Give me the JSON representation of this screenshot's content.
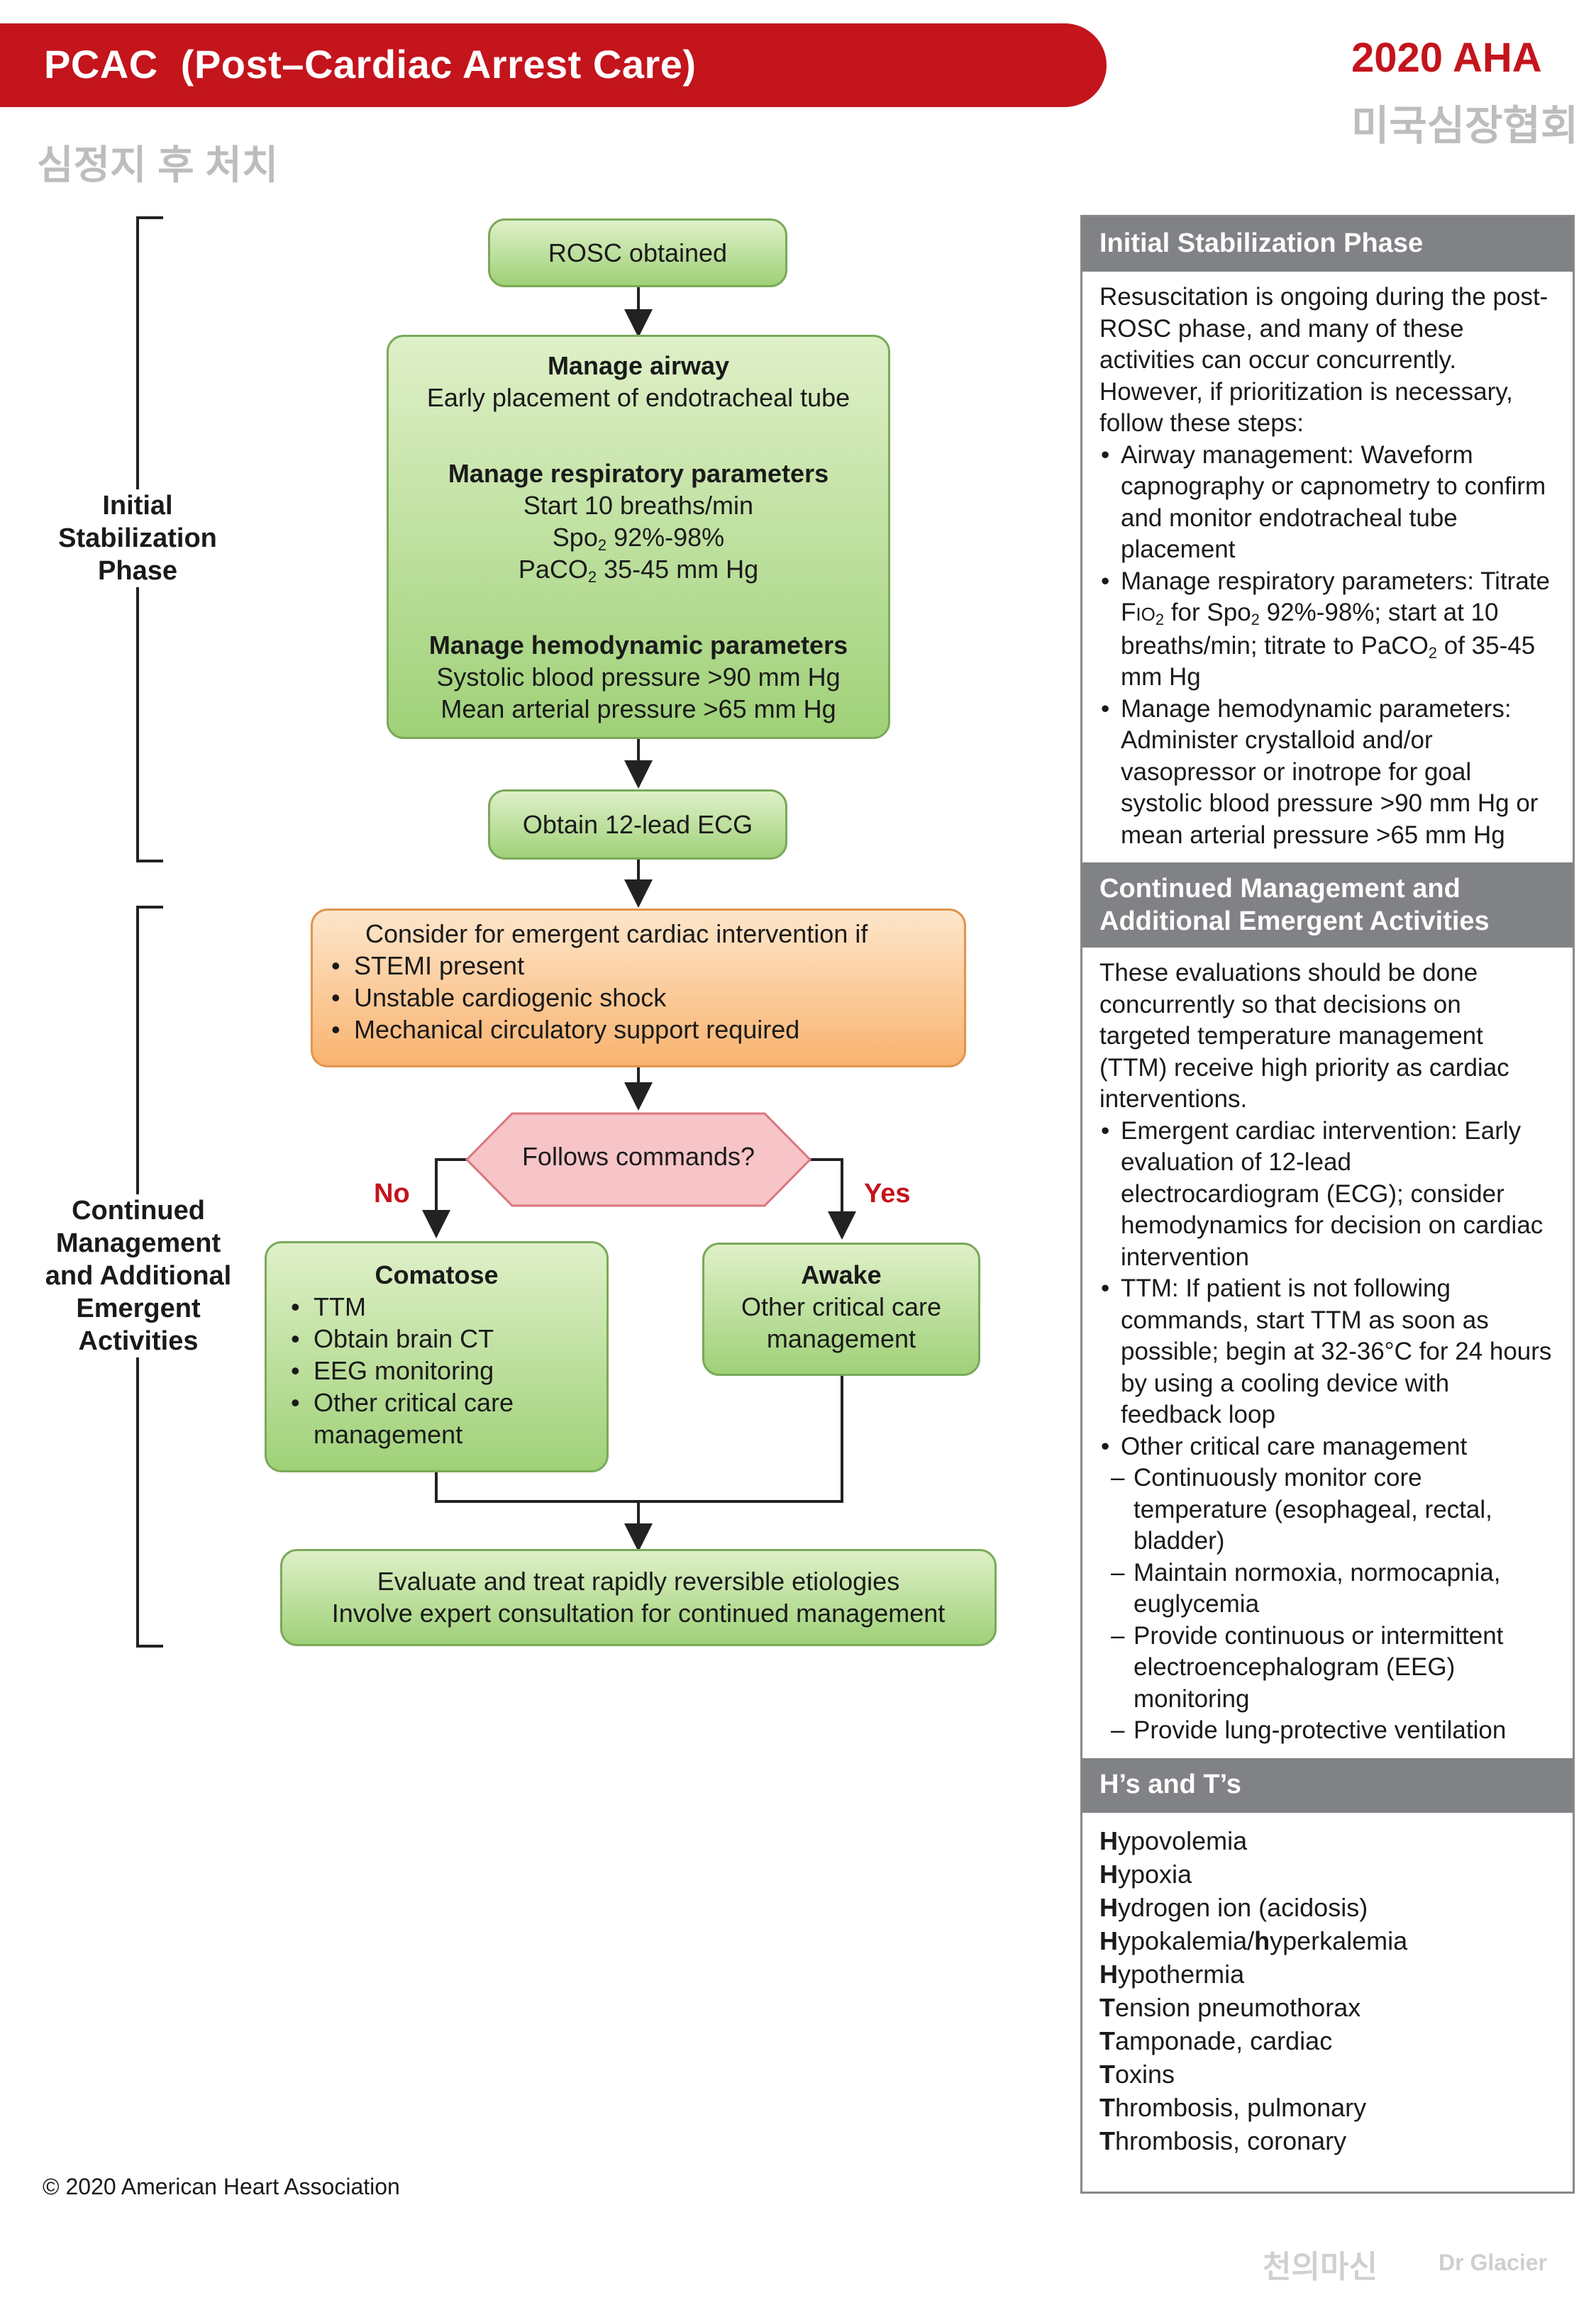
{
  "header": {
    "title": "PCAC  (Post–Cardiac Arrest Care)",
    "brand": "2020 AHA",
    "brand_sub": "미국심장협회",
    "subtitle": "심정지 후 처치"
  },
  "phases": {
    "initial": [
      "Initial",
      "Stabilization",
      "Phase"
    ],
    "continued": [
      "Continued",
      "Management",
      "and Additional",
      "Emergent",
      "Activities"
    ]
  },
  "flow": {
    "rosc": "ROSC obtained",
    "airway_title": "Manage airway",
    "airway_text": "Early placement of endotracheal tube",
    "resp_title": "Manage respiratory parameters",
    "resp_line1": "Start 10 breaths/min",
    "resp_spo2_prefix": "Spo",
    "resp_spo2_sub": "2",
    "resp_spo2_value": " 92%-98%",
    "resp_paco2_prefix": "PaCO",
    "resp_paco2_sub": "2",
    "resp_paco2_value": " 35-45 mm Hg",
    "hemo_title": "Manage hemodynamic parameters",
    "hemo_line1": "Systolic blood pressure >90 mm Hg",
    "hemo_line2": "Mean arterial pressure >65 mm Hg",
    "ecg": "Obtain 12-lead ECG",
    "cardiac_title": "Consider for emergent cardiac intervention if",
    "cardiac_items": [
      "STEMI present",
      "Unstable cardiogenic shock",
      "Mechanical circulatory support required"
    ],
    "decision": "Follows commands?",
    "no_label": "No",
    "yes_label": "Yes",
    "comatose_title": "Comatose",
    "comatose_items": [
      "TTM",
      "Obtain brain CT",
      "EEG monitoring",
      "Other critical care management"
    ],
    "awake_title": "Awake",
    "awake_text": "Other critical care management",
    "evaluate_line1": "Evaluate and treat rapidly reversible etiologies",
    "evaluate_line2": "Involve expert consultation for continued management"
  },
  "copyright": "© 2020 American Heart Association",
  "panel": {
    "initial": {
      "heading": "Initial Stabilization Phase",
      "intro": "Resuscitation is ongoing during the post-ROSC phase, and many of these activities can occur concurrently. However, if prioritization is necessary, follow these steps:",
      "item1": "Airway management: Waveform capnography or capnometry to confirm and monitor endotracheal tube placement",
      "item2_a": "Manage respiratory parameters: Titrate F",
      "item2_b": "IO",
      "item2_sub1": "2",
      "item2_c": " for Spo",
      "item2_sub2": "2",
      "item2_d": " 92%-98%; start at 10 breaths/min; titrate to PaCO",
      "item2_sub3": "2",
      "item2_e": " of 35-45 mm Hg",
      "item3": "Manage hemodynamic parameters: Administer crystalloid and/or vasopressor or inotrope for goal systolic blood pressure >90 mm Hg or mean arterial pressure >65 mm Hg"
    },
    "continued": {
      "heading": "Continued Management and Additional Emergent Activities",
      "intro": "These evaluations should be done concurrently so that decisions on targeted temperature management (TTM) receive high priority as cardiac interventions.",
      "item1": "Emergent cardiac intervention: Early evaluation of 12-lead electrocardiogram (ECG); consider hemodynamics for decision on cardiac intervention",
      "item2": "TTM: If patient is not following commands, start TTM as soon as possible; begin at 32-36°C for 24 hours by using a cooling device with feedback loop",
      "item3": "Other critical care management",
      "subitems": [
        "Continuously monitor core temperature (esophageal, rectal, bladder)",
        "Maintain normoxia, normocapnia, euglycemia",
        "Provide continuous or intermittent electroencephalogram (EEG) monitoring",
        "Provide lung-protective ventilation"
      ]
    },
    "hts": {
      "heading": "H’s and T’s",
      "items": [
        {
          "first": "H",
          "rest": "ypovolemia"
        },
        {
          "first": "H",
          "rest": "ypoxia"
        },
        {
          "first": "H",
          "rest": "ydrogen ion (acidosis)"
        },
        {
          "first": "H",
          "rest": "ypokalemia/",
          "second": "h",
          "rest2": "yperkalemia"
        },
        {
          "first": "H",
          "rest": "ypothermia"
        },
        {
          "first": "T",
          "rest": "ension pneumothorax"
        },
        {
          "first": "T",
          "rest": "amponade, cardiac"
        },
        {
          "first": "T",
          "rest": "oxins"
        },
        {
          "first": "T",
          "rest": "hrombosis, pulmonary"
        },
        {
          "first": "T",
          "rest": "hrombosis, coronary"
        }
      ]
    }
  },
  "footer": {
    "signature": "천의마신",
    "credit": "Dr Glacier"
  }
}
